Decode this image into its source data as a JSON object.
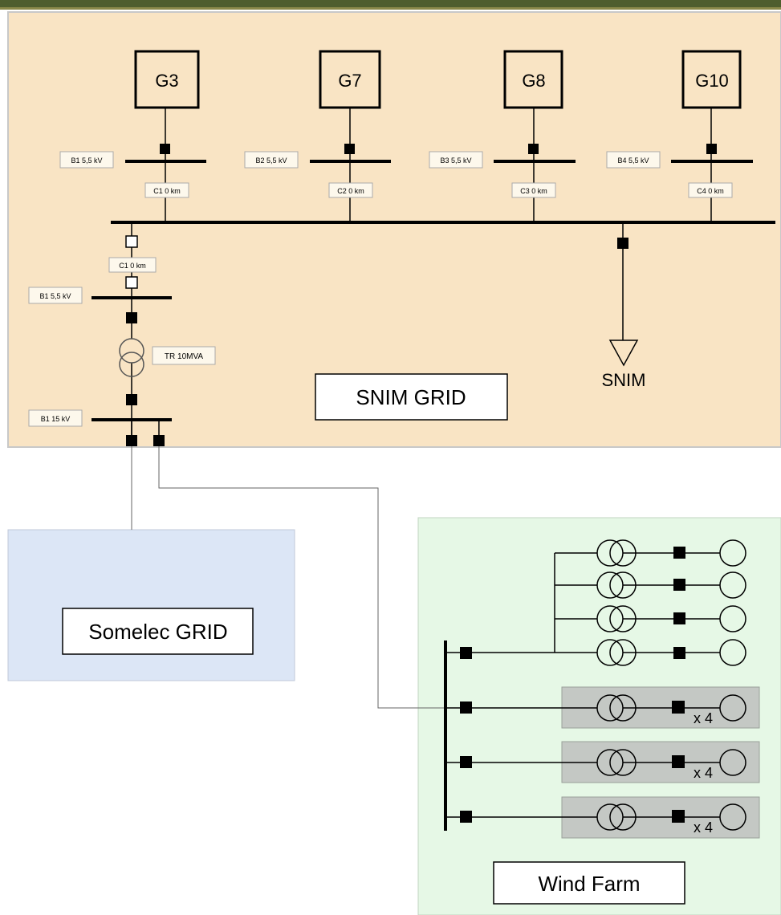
{
  "regions": {
    "snim": {
      "title": "SNIM GRID",
      "fill": "#f9e4c4",
      "border": "#c8c8c8"
    },
    "somelec": {
      "title": "Somelec GRID",
      "fill": "#dce6f6",
      "border": "#c0c8d8"
    },
    "windfarm": {
      "title": "Wind Farm",
      "fill": "#e6f8e6",
      "border": "#c0d4c0"
    }
  },
  "generators": [
    {
      "id": "G3",
      "bus": "B1 5,5 kV",
      "cable": "C1 0 km"
    },
    {
      "id": "G7",
      "bus": "B2 5,5 kV",
      "cable": "C2 0 km"
    },
    {
      "id": "G8",
      "bus": "B3 5,5 kV",
      "cable": "C3 0 km"
    },
    {
      "id": "G10",
      "bus": "B4 5,5 kV",
      "cable": "C4 0 km"
    }
  ],
  "feeder": {
    "cable": "C1 0 km",
    "bus_low": "B1 5,5 kV",
    "transformer": "TR 10MVA",
    "bus_high": "B1 15 kV"
  },
  "load": {
    "label": "SNIM"
  },
  "wind_turbines": {
    "single_rows": 4,
    "group_rows": [
      {
        "multiplier": "x 4"
      },
      {
        "multiplier": "x 4"
      },
      {
        "multiplier": "x 4"
      }
    ]
  },
  "colors": {
    "line": "#000000",
    "thin_line": "#666666",
    "group_box": "#c4c8c4",
    "transformer_stroke": "#555555"
  }
}
